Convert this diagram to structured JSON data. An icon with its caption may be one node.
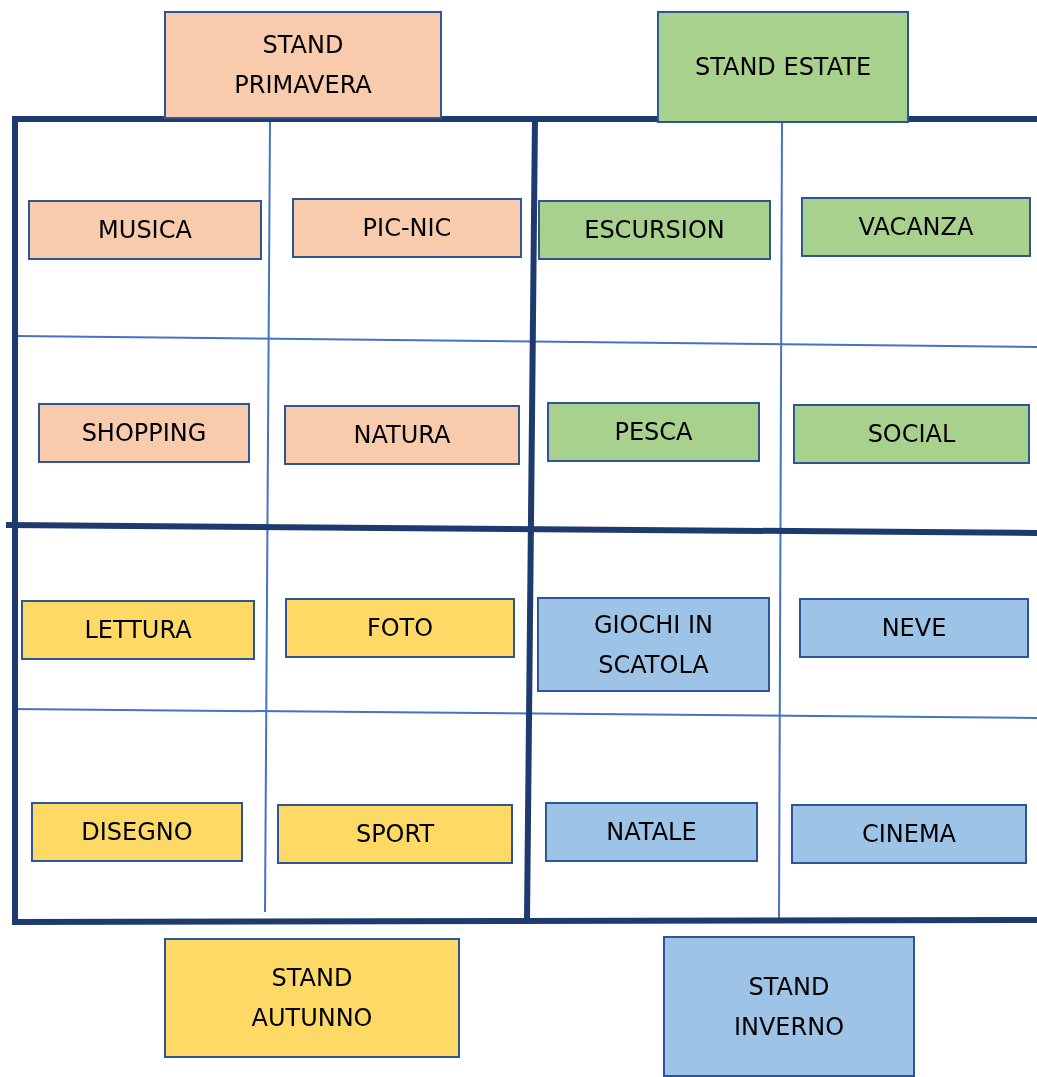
{
  "diagram": {
    "nodes": [
      {
        "text": [
          "STAND PRIMAVERA"
        ]
      },
      {
        "text": [
          "STAND ESTATE"
        ]
      },
      {
        "text": [
          "MUSICA"
        ]
      },
      {
        "text": [
          "PIC-NIC"
        ]
      },
      {
        "text": [
          "ESCURSION"
        ]
      },
      {
        "text": [
          "VACANZA"
        ]
      },
      {
        "text": [
          "SHOPPING"
        ]
      },
      {
        "text": [
          "NATURA"
        ]
      },
      {
        "text": [
          "PESCA"
        ]
      },
      {
        "text": [
          "SOCIAL"
        ]
      },
      {
        "text": [
          "LETTURA"
        ]
      },
      {
        "text": [
          "FOTO"
        ]
      },
      {
        "text": [
          "GIOCHI IN SCATOLA"
        ]
      },
      {
        "text": [
          "NEVE"
        ]
      },
      {
        "text": [
          "DISEGNO"
        ]
      },
      {
        "text": [
          "SPORT"
        ]
      },
      {
        "text": [
          "NATALE"
        ]
      },
      {
        "text": [
          "CINEMA"
        ]
      },
      {
        "text": [
          "STAND AUTUNNO"
        ]
      },
      {
        "text": [
          "STAND INVERNO"
        ]
      }
    ]
  }
}
